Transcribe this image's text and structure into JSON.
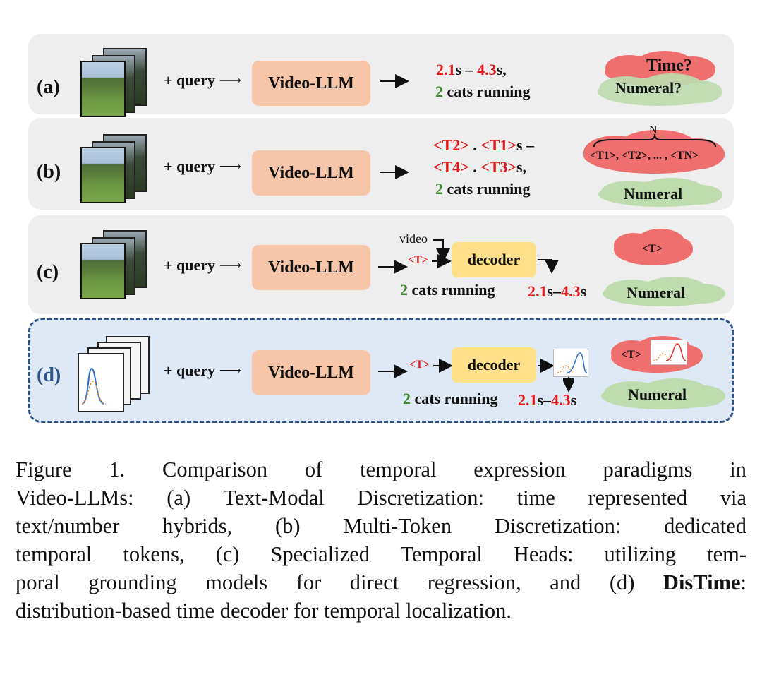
{
  "common": {
    "query_label": "+ query",
    "llm_label": "Video-LLM",
    "decoder_label": "decoder"
  },
  "panel_a": {
    "label": "(a)",
    "out_line1": {
      "v1": "2.1",
      "u1": "s – ",
      "v2": "4.3",
      "u2": "s,"
    },
    "out_line2": {
      "n": "2",
      "rest": " cats running"
    },
    "cloud_red": "Time?",
    "cloud_green": "Numeral?"
  },
  "panel_b": {
    "label": "(b)",
    "out_line1": {
      "t1": "<T2>",
      "dot": " . ",
      "t2": "<T1>",
      "rest": "s –"
    },
    "out_line2": {
      "t1": "<T4>",
      "dot": " . ",
      "t2": "<T3>",
      "rest": "s,"
    },
    "out_line3": {
      "n": "2",
      "rest": " cats running"
    },
    "brace_label": "N",
    "cloud_red": "<T1>, <T2>, ... , <TN>",
    "cloud_green": "Numeral"
  },
  "panel_c": {
    "label": "(c)",
    "video_label": "video",
    "token": "<T>",
    "result_text": {
      "n": "2",
      "rest": " cats running"
    },
    "time": {
      "v1": "2.1",
      "sep": "s–",
      "v2": "4.3",
      "unit": "s"
    },
    "cloud_red": "<T>",
    "cloud_green": "Numeral"
  },
  "panel_d": {
    "label": "(d)",
    "token": "<T>",
    "result_text": {
      "n": "2",
      "rest": " cats running"
    },
    "time": {
      "v1": "2.1",
      "sep": "s–",
      "v2": "4.3",
      "unit": "s"
    },
    "cloud_red": "<T>",
    "cloud_green": "Numeral"
  },
  "caption": {
    "lines": [
      "Figure 1.   Comparison of temporal expression paradigms in",
      "Video-LLMs: (a) Text-Modal Discretization: time represented via",
      "text/number hybrids, (b) Multi-Token Discretization: dedicated",
      "temporal tokens, (c) Specialized Temporal Heads: utilizing tem-"
    ],
    "line5_pre": "poral grounding models for direct regression, and (d) ",
    "line5_bold": "DisTime",
    "line5_post": ":",
    "line6": "distribution-based time decoder for temporal localization."
  }
}
